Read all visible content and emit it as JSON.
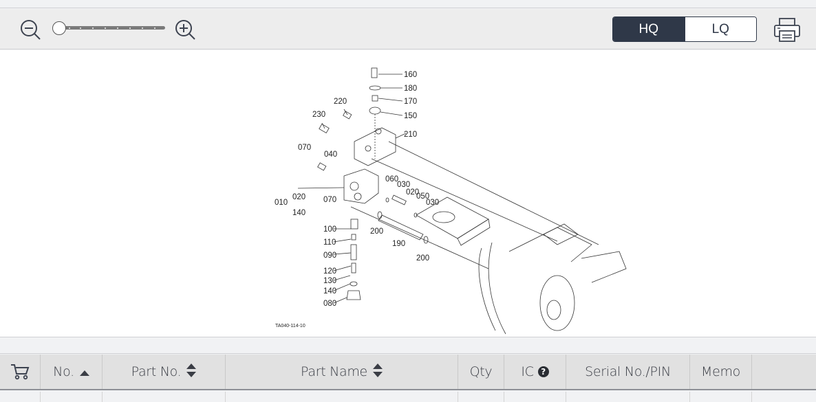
{
  "toolbar": {
    "zoom_out_icon": "zoom-out-magnifier-icon",
    "zoom_in_icon": "zoom-in-magnifier-icon",
    "zoom_level": 0,
    "zoom_steps": 9,
    "quality_options": [
      "HQ",
      "LQ"
    ],
    "quality_selected": "HQ",
    "print_icon": "printer-icon"
  },
  "diagram": {
    "callouts": [
      "160",
      "180",
      "170",
      "150",
      "220",
      "230",
      "210",
      "070",
      "040",
      "060",
      "030",
      "020",
      "050",
      "030",
      "010",
      "020",
      "140",
      "070",
      "100",
      "200",
      "110",
      "190",
      "090",
      "200",
      "120",
      "130",
      "140",
      "080"
    ],
    "range_label": "010",
    "range_from": "020",
    "range_to": "140",
    "drawing_id": "TA040-114-10"
  },
  "table": {
    "columns": [
      {
        "label": "",
        "icon": "cart-icon"
      },
      {
        "label": "No.",
        "sort": "ascending"
      },
      {
        "label": "Part No.",
        "sort": "sortable"
      },
      {
        "label": "Part Name",
        "sort": "sortable"
      },
      {
        "label": "Qty"
      },
      {
        "label": "IC",
        "icon": "help-icon",
        "icon_text": "?"
      },
      {
        "label": "Serial No./PIN"
      },
      {
        "label": "Memo"
      },
      {
        "label": ""
      }
    ]
  },
  "colors": {
    "accent": "#2f3848",
    "header_bg": "#e1e1e1",
    "toolbar_bg": "#ededed"
  }
}
